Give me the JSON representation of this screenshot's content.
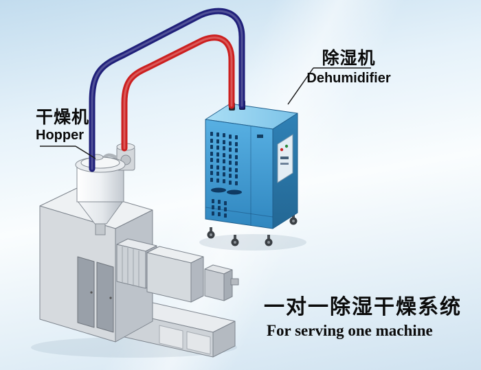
{
  "labels": {
    "hopper_cn": "干燥机",
    "hopper_en": "Hopper",
    "dehumidifier_cn": "除湿机",
    "dehumidifier_en": "Dehumidifier",
    "caption_cn": "一对一除湿干燥系统",
    "caption_en": "For serving one machine"
  },
  "colors": {
    "pipe_return_dark_blue": "#20207a",
    "pipe_supply_red": "#cc2020",
    "dehumidifier_front_blue": "#3f9bd5",
    "dehumidifier_side_blue": "#2a78ad",
    "dehumidifier_top_blue": "#8ed1f0",
    "machine_gray": "#d6dade",
    "hopper_white": "#f2f4f6",
    "background_blue": "#c2dcee",
    "label_black": "#0b0b0b"
  }
}
